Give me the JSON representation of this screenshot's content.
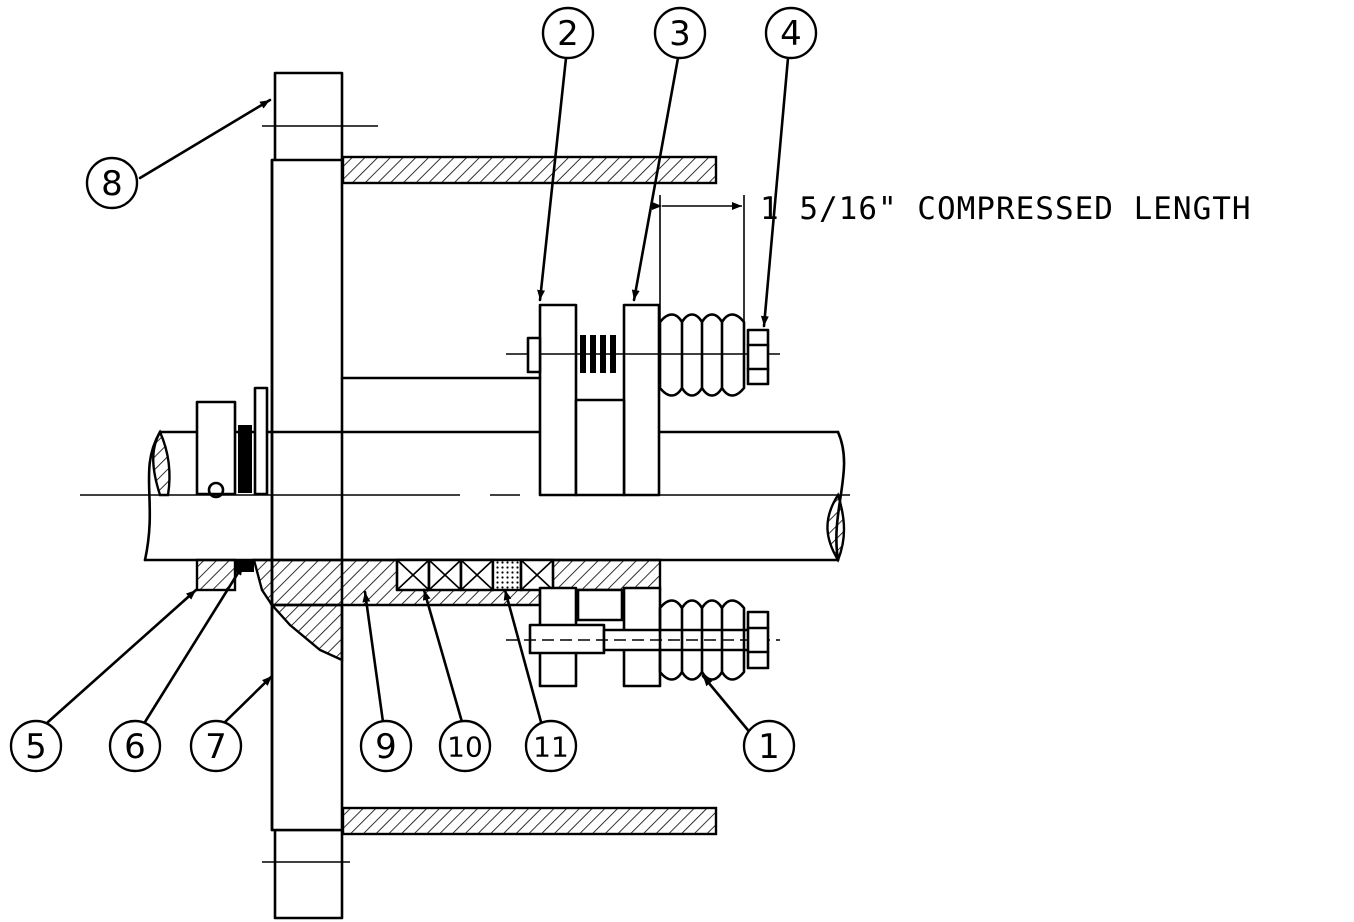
{
  "dimension": {
    "label": "1 5/16\" COMPRESSED LENGTH"
  },
  "callouts": [
    {
      "id": "1",
      "label": "1"
    },
    {
      "id": "2",
      "label": "2"
    },
    {
      "id": "3",
      "label": "3"
    },
    {
      "id": "4",
      "label": "4"
    },
    {
      "id": "5",
      "label": "5"
    },
    {
      "id": "6",
      "label": "6"
    },
    {
      "id": "7",
      "label": "7"
    },
    {
      "id": "8",
      "label": "8"
    },
    {
      "id": "9",
      "label": "9"
    },
    {
      "id": "10",
      "label": "10"
    },
    {
      "id": "11",
      "label": "11"
    }
  ]
}
